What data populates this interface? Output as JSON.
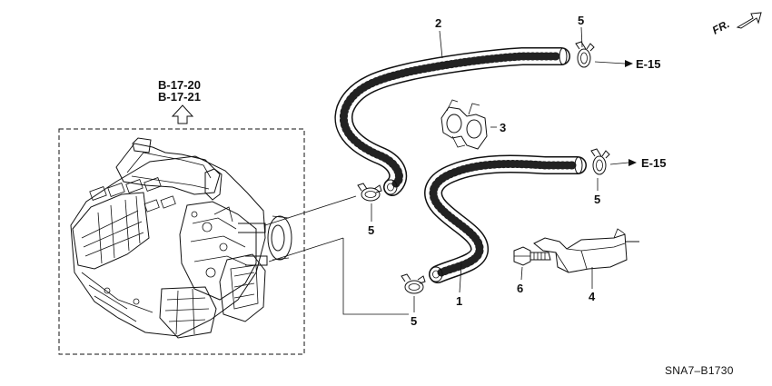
{
  "diagram": {
    "parts": [
      {
        "number": "1",
        "name": "hose-inlet"
      },
      {
        "number": "2",
        "name": "hose-outlet"
      },
      {
        "number": "3",
        "name": "hose-clip"
      },
      {
        "number": "4",
        "name": "bracket"
      },
      {
        "number": "5",
        "name": "hose-clamp"
      },
      {
        "number": "6",
        "name": "bolt"
      }
    ],
    "callouts": {
      "part1": "1",
      "part2": "2",
      "part3": "3",
      "part4": "4",
      "part5_top": "5",
      "part5_right": "5",
      "part5_left": "5",
      "part5_bottom": "5",
      "part6": "6"
    },
    "references": {
      "b1": "B-17-20",
      "b2": "B-17-21",
      "e_top": "E-15",
      "e_right": "E-15"
    },
    "direction_label": "FR.",
    "drawing_code": "SNA7–B1730"
  }
}
